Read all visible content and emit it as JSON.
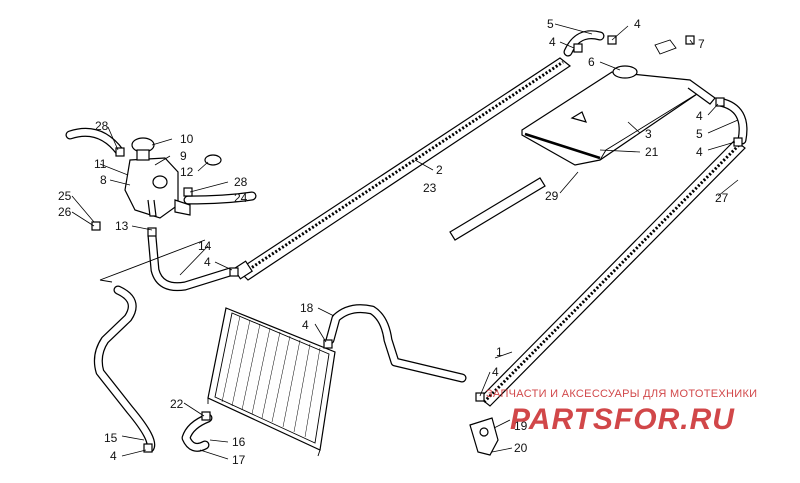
{
  "diagram": {
    "callouts": [
      {
        "id": "c5a",
        "text": "5"
      },
      {
        "id": "c4a",
        "text": "4"
      },
      {
        "id": "c4b",
        "text": "4"
      },
      {
        "id": "c7",
        "text": "7"
      },
      {
        "id": "c6",
        "text": "6"
      },
      {
        "id": "c4c",
        "text": "4"
      },
      {
        "id": "c5b",
        "text": "5"
      },
      {
        "id": "c4d",
        "text": "4"
      },
      {
        "id": "c3",
        "text": "3"
      },
      {
        "id": "c21",
        "text": "21"
      },
      {
        "id": "c27",
        "text": "27"
      },
      {
        "id": "c29",
        "text": "29"
      },
      {
        "id": "c2",
        "text": "2"
      },
      {
        "id": "c23",
        "text": "23"
      },
      {
        "id": "c28a",
        "text": "28"
      },
      {
        "id": "c10",
        "text": "10"
      },
      {
        "id": "c9",
        "text": "9"
      },
      {
        "id": "c11",
        "text": "11"
      },
      {
        "id": "c12",
        "text": "12"
      },
      {
        "id": "c8",
        "text": "8"
      },
      {
        "id": "c28b",
        "text": "28"
      },
      {
        "id": "c24",
        "text": "24"
      },
      {
        "id": "c25",
        "text": "25"
      },
      {
        "id": "c26",
        "text": "26"
      },
      {
        "id": "c13",
        "text": "13"
      },
      {
        "id": "c14",
        "text": "14"
      },
      {
        "id": "c4e",
        "text": "4"
      },
      {
        "id": "c18",
        "text": "18"
      },
      {
        "id": "c4f",
        "text": "4"
      },
      {
        "id": "c1",
        "text": "1"
      },
      {
        "id": "c4g",
        "text": "4"
      },
      {
        "id": "c19",
        "text": "19"
      },
      {
        "id": "c20",
        "text": "20"
      },
      {
        "id": "c22",
        "text": "22"
      },
      {
        "id": "c16",
        "text": "16"
      },
      {
        "id": "c17",
        "text": "17"
      },
      {
        "id": "c15",
        "text": "15"
      },
      {
        "id": "c4h",
        "text": "4"
      }
    ]
  },
  "watermark": {
    "tagline": "ЗАПЧАСТИ И АКСЕССУАРЫ ДЛЯ МОТОТЕХНИКИ",
    "logo": "PARTSFOR.RU",
    "color": "#c9272a"
  }
}
